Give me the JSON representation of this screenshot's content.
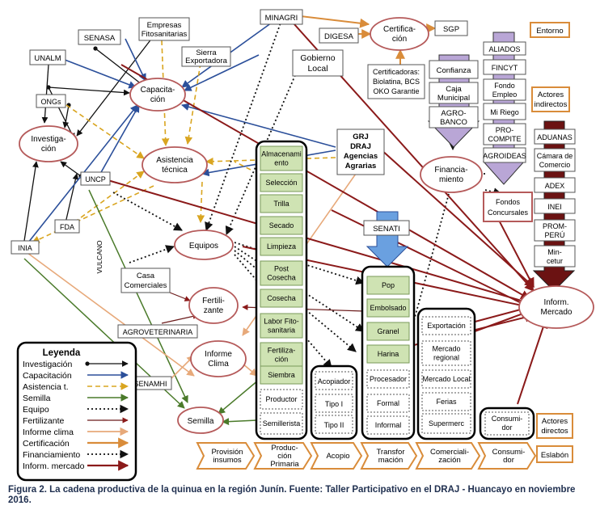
{
  "nodes": {
    "senasa": "SENASA",
    "empresas": [
      "Empresas",
      "Fitosanitarias"
    ],
    "minagri": "MINAGRI",
    "digesa": "DIGESA",
    "certificacion": [
      "Certifica-",
      "ción"
    ],
    "sgp": "SGP",
    "entorno": "Entorno",
    "unalm": "UNALM",
    "sierra": [
      "Sierra",
      "Exportadora"
    ],
    "gobierno": [
      "Gobierno",
      "Local"
    ],
    "certificadoras": [
      "Certificadoras:",
      "Biolatina, BCS",
      "OKO Garantie"
    ],
    "confianza": "Confianza",
    "caja": [
      "Caja",
      "Municipal"
    ],
    "agrobanco": [
      "AGRO-",
      "BANCO"
    ],
    "aliados": "ALIADOS",
    "fincyt": "FINCYT",
    "fondoempleo": [
      "Fondo",
      "Empleo"
    ],
    "miriego": "Mi Riego",
    "procompite": [
      "PRO-",
      "COMPITE"
    ],
    "agroideas": "AGROIDEAS",
    "actores_indirectos": [
      "Actores",
      "indirectos"
    ],
    "aduanas": "ADUANAS",
    "camara": [
      "Cámara de",
      "Comercio"
    ],
    "adex": "ADEX",
    "inei": "INEI",
    "promperu": [
      "PROM-",
      "PERÚ"
    ],
    "mincetur": [
      "Min-",
      "cetur"
    ],
    "ongs": "ONGs",
    "capacitacion": [
      "Capacita-",
      "ción"
    ],
    "investigacion": [
      "Investiga-",
      "ción"
    ],
    "asistencia": [
      "Asistencia",
      "técnica"
    ],
    "grj": [
      "GRJ",
      "DRAJ",
      "Agencias",
      "Agrarias"
    ],
    "financiamiento": [
      "Financia-",
      "miento"
    ],
    "fondos": [
      "Fondos",
      "Concursales"
    ],
    "uncp": "UNCP",
    "fda": "FDA",
    "inia": "INIA",
    "vulcano": "VULCANO",
    "equipos": "Equipos",
    "senati": "SENATI",
    "casa": [
      "Casa",
      "Comerciales"
    ],
    "fertilizante": [
      "Fertili-",
      "zante"
    ],
    "agroveterinaria": "AGROVETERINARIA",
    "informe_clima": [
      "Informe",
      "Clima"
    ],
    "senamhi": "SENAMHI",
    "semilla": "Semilla",
    "inform_mercado": [
      "Inform.",
      "Mercado"
    ],
    "actores_directos": [
      "Actores",
      "directos"
    ],
    "eslabon": "Eslabón"
  },
  "produccion_column": [
    [
      "Almacenami",
      "ento"
    ],
    [
      "Selección"
    ],
    [
      "Trilla"
    ],
    [
      "Secado"
    ],
    [
      "Limpieza"
    ],
    [
      "Post",
      "Cosecha"
    ],
    [
      "Cosecha"
    ],
    [
      "Labor Fito-",
      "sanitaria"
    ],
    [
      "Fertiliza-",
      "ción"
    ],
    [
      "Siembra"
    ],
    [
      "Productor"
    ],
    [
      "Semillerista"
    ]
  ],
  "acopio_column": [
    "Acopiador",
    "Tipo I",
    "Tipo II"
  ],
  "transformacion_column": [
    [
      "Pop"
    ],
    [
      "Embolsado"
    ],
    [
      "Granel"
    ],
    [
      "Harina"
    ],
    [
      "Procesador"
    ],
    [
      "Formal"
    ],
    [
      "Informal"
    ]
  ],
  "comercializacion_column": [
    [
      "Exportación"
    ],
    [
      "Mercado",
      "regional"
    ],
    [
      "Mercado Local"
    ],
    [
      "Ferias"
    ],
    [
      "Supermerc"
    ]
  ],
  "consumidor_box": [
    "Consumi-",
    "dor"
  ],
  "stages": [
    [
      "Provisión",
      "insumos"
    ],
    [
      "Produc-",
      "ción",
      "Primaria"
    ],
    [
      "Acopio"
    ],
    [
      "Transfor",
      "mación"
    ],
    [
      "Comerciali-",
      "zación"
    ],
    [
      "Consumi-",
      "dor"
    ]
  ],
  "legend": {
    "title": "Leyenda",
    "items": [
      {
        "label": "Investigación",
        "style": "investigacion",
        "color": "#111111"
      },
      {
        "label": "Capacitación",
        "style": "capacitacion",
        "color": "#2b4f9a"
      },
      {
        "label": "Asistencia t.",
        "style": "asistencia",
        "color": "#d9a520"
      },
      {
        "label": "Semilla",
        "style": "semilla",
        "color": "#4a7a2a"
      },
      {
        "label": "Equipo",
        "style": "equipo",
        "color": "#111111"
      },
      {
        "label": "Fertilizante",
        "style": "fertilizante",
        "color": "#6b1a1a"
      },
      {
        "label": "Informe clima",
        "style": "clima",
        "color": "#e7a97a"
      },
      {
        "label": "Certificación",
        "style": "certificacion",
        "color": "#d98c3a"
      },
      {
        "label": "Financiamiento",
        "style": "financiamiento",
        "color": "#111111"
      },
      {
        "label": "Inform. mercado",
        "style": "mercado",
        "color": "#8b1a1a"
      }
    ]
  },
  "caption": "Figura 2. La cadena productiva de la quinua en la región Junín. Fuente: Taller Participativo en el DRAJ - Huancayo en noviembre 2016.",
  "colors": {
    "ellipse_stroke": "#b55a5a",
    "green_fill": "#cfe3b3",
    "green_stroke": "#7a9a5a",
    "orange": "#d98c3a",
    "blue": "#2b4f9a",
    "gold": "#d9a520",
    "darkred": "#8b1a1a",
    "olive": "#4a7a2a",
    "lilac": "#b9a6d6",
    "darkred_arrow": "#6b1212",
    "caption": "#1f2f4f"
  }
}
